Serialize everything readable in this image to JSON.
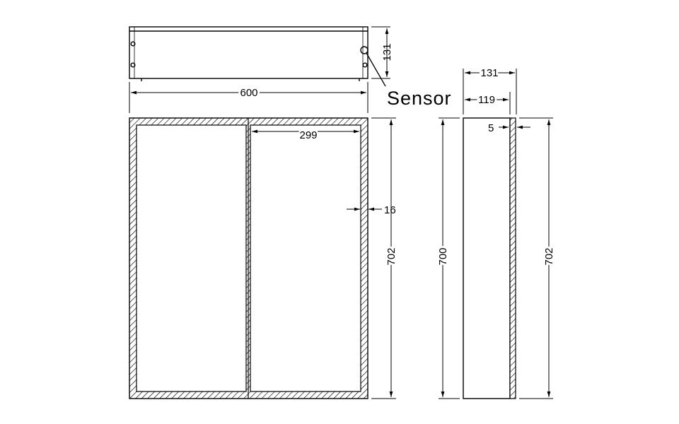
{
  "labels": {
    "sensor": "Sensor"
  },
  "dimensions": {
    "top_width": "600",
    "top_depth": "131",
    "door_width": "299",
    "frame_border": "16",
    "front_height": "702",
    "side_depth_total": "131",
    "side_depth_body": "119",
    "side_door_thickness": "5",
    "side_body_height": "700",
    "side_total_height": "702"
  }
}
